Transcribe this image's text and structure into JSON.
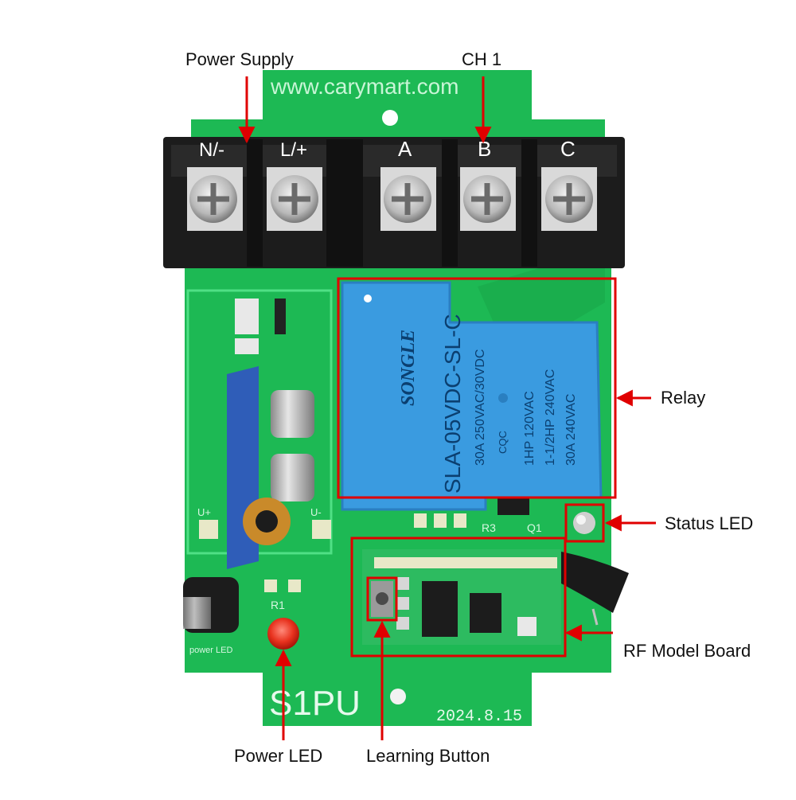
{
  "labels": {
    "power_supply": "Power Supply",
    "ch1": "CH 1",
    "relay": "Relay",
    "status_led": "Status LED",
    "rf_model_board": "RF Model Board",
    "power_led": "Power LED",
    "learning_button": "Learning Button"
  },
  "pcb": {
    "website": "www.carymart.com",
    "model": "S1PU",
    "date": "2024.8.15",
    "power_led_silk": "power LED",
    "terminals": [
      "N/-",
      "L/+",
      "A",
      "B",
      "C"
    ],
    "silk": {
      "u_plus": "U+",
      "u_minus": "U-",
      "r1": "R1",
      "r3": "R3",
      "q1": "Q1"
    }
  },
  "relay": {
    "brand": "SONGLE",
    "part": "SLA-05VDC-SL-C",
    "rating_1": "30A  250VAC/30VDC",
    "rating_2": "1HP 120VAC",
    "rating_3": "1-1/2HP 240VAC",
    "rating_4": "30A 240VAC",
    "cert": "CQC"
  },
  "colors": {
    "pcb": "#1db954",
    "relay": "#3a9be0",
    "terminal": "#1c1c1c",
    "annotation": "#e00000"
  }
}
